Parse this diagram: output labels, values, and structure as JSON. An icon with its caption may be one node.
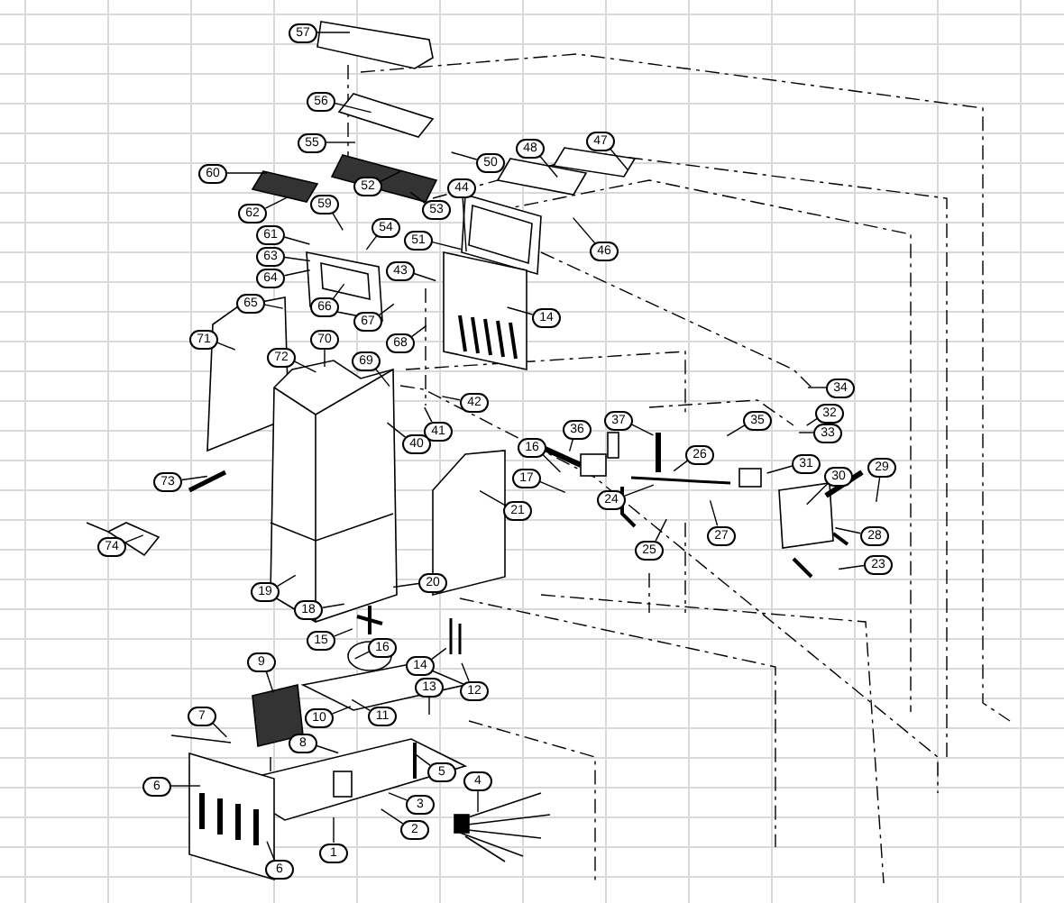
{
  "diagram": {
    "nodes": [
      {
        "text": [
          "57"
        ]
      },
      {
        "text": [
          "56"
        ]
      },
      {
        "text": [
          "55"
        ]
      },
      {
        "text": [
          "60"
        ]
      },
      {
        "text": [
          "48"
        ]
      },
      {
        "text": [
          "47"
        ]
      },
      {
        "text": [
          "50"
        ]
      },
      {
        "text": [
          "52"
        ]
      },
      {
        "text": [
          "59"
        ]
      },
      {
        "text": [
          "53"
        ]
      },
      {
        "text": [
          "44"
        ]
      },
      {
        "text": [
          "62"
        ]
      },
      {
        "text": [
          "61"
        ]
      },
      {
        "text": [
          "51"
        ]
      },
      {
        "text": [
          "54"
        ]
      },
      {
        "text": [
          "46"
        ]
      },
      {
        "text": [
          "63"
        ]
      },
      {
        "text": [
          "64"
        ]
      },
      {
        "text": [
          "43"
        ]
      },
      {
        "text": [
          "65"
        ]
      },
      {
        "text": [
          "66"
        ]
      },
      {
        "text": [
          "14"
        ]
      },
      {
        "text": [
          "67"
        ]
      },
      {
        "text": [
          "68"
        ]
      },
      {
        "text": [
          "70"
        ]
      },
      {
        "text": [
          "71"
        ]
      },
      {
        "text": [
          "72"
        ]
      },
      {
        "text": [
          "69"
        ]
      },
      {
        "text": [
          "34"
        ]
      },
      {
        "text": [
          "32"
        ]
      },
      {
        "text": [
          "42"
        ]
      },
      {
        "text": [
          "35"
        ]
      },
      {
        "text": [
          "37"
        ]
      },
      {
        "text": [
          "41"
        ]
      },
      {
        "text": [
          "33"
        ]
      },
      {
        "text": [
          "16"
        ]
      },
      {
        "text": [
          "36"
        ]
      },
      {
        "text": [
          "40"
        ]
      },
      {
        "text": [
          "26"
        ]
      },
      {
        "text": [
          "31"
        ]
      },
      {
        "text": [
          "30"
        ]
      },
      {
        "text": [
          "29"
        ]
      },
      {
        "text": [
          "17"
        ]
      },
      {
        "text": [
          "73"
        ]
      },
      {
        "text": [
          "24"
        ]
      },
      {
        "text": [
          "21"
        ]
      },
      {
        "text": [
          "28"
        ]
      },
      {
        "text": [
          "27"
        ]
      },
      {
        "text": [
          "74"
        ]
      },
      {
        "text": [
          "25"
        ]
      },
      {
        "text": [
          "23"
        ]
      },
      {
        "text": [
          "20"
        ]
      },
      {
        "text": [
          "19"
        ]
      },
      {
        "text": [
          "18"
        ]
      },
      {
        "text": [
          "15"
        ]
      },
      {
        "text": [
          "16"
        ]
      },
      {
        "text": [
          "9"
        ]
      },
      {
        "text": [
          "14"
        ]
      },
      {
        "text": [
          "13"
        ]
      },
      {
        "text": [
          "12"
        ]
      },
      {
        "text": [
          "7"
        ]
      },
      {
        "text": [
          "10"
        ]
      },
      {
        "text": [
          "11"
        ]
      },
      {
        "text": [
          "8"
        ]
      },
      {
        "text": [
          "6"
        ]
      },
      {
        "text": [
          "5"
        ]
      },
      {
        "text": [
          "4"
        ]
      },
      {
        "text": [
          "3"
        ]
      },
      {
        "text": [
          "2"
        ]
      },
      {
        "text": [
          "1"
        ]
      },
      {
        "text": [
          "6"
        ]
      }
    ],
    "edges": [
      {
        "from": 0,
        "to": null,
        "arrow": "none"
      },
      {
        "from": 1,
        "to": null,
        "arrow": "none"
      },
      {
        "from": 2,
        "to": null,
        "arrow": "none"
      },
      {
        "from": 3,
        "to": null,
        "arrow": "none"
      },
      {
        "from": 4,
        "to": null,
        "arrow": "none"
      },
      {
        "from": 5,
        "to": null,
        "arrow": "none"
      },
      {
        "from": 6,
        "to": null,
        "arrow": "none"
      },
      {
        "from": 7,
        "to": null,
        "arrow": "none"
      },
      {
        "from": 8,
        "to": null,
        "arrow": "none"
      },
      {
        "from": 9,
        "to": null,
        "arrow": "none"
      },
      {
        "from": 10,
        "to": null,
        "arrow": "none"
      },
      {
        "from": 11,
        "to": null,
        "arrow": "none"
      },
      {
        "from": 12,
        "to": null,
        "arrow": "none"
      },
      {
        "from": 13,
        "to": null,
        "arrow": "none"
      },
      {
        "from": 14,
        "to": null,
        "arrow": "none"
      },
      {
        "from": 15,
        "to": null,
        "arrow": "none"
      },
      {
        "from": 16,
        "to": null,
        "arrow": "none"
      },
      {
        "from": 17,
        "to": null,
        "arrow": "none"
      },
      {
        "from": 18,
        "to": null,
        "arrow": "none"
      },
      {
        "from": 19,
        "to": null,
        "arrow": "none"
      },
      {
        "from": 20,
        "to": null,
        "arrow": "none"
      },
      {
        "from": 21,
        "to": null,
        "arrow": "none"
      },
      {
        "from": 22,
        "to": null,
        "arrow": "none"
      },
      {
        "from": 23,
        "to": null,
        "arrow": "none"
      },
      {
        "from": 24,
        "to": null,
        "arrow": "none"
      },
      {
        "from": 25,
        "to": null,
        "arrow": "none"
      },
      {
        "from": 26,
        "to": null,
        "arrow": "none"
      },
      {
        "from": 27,
        "to": null,
        "arrow": "none"
      },
      {
        "from": 28,
        "to": null,
        "arrow": "none"
      },
      {
        "from": 29,
        "to": null,
        "arrow": "none"
      },
      {
        "from": 30,
        "to": null,
        "arrow": "none"
      },
      {
        "from": 31,
        "to": null,
        "arrow": "none"
      },
      {
        "from": 32,
        "to": null,
        "arrow": "none"
      },
      {
        "from": 33,
        "to": null,
        "arrow": "none"
      },
      {
        "from": 34,
        "to": null,
        "arrow": "none"
      },
      {
        "from": 35,
        "to": null,
        "arrow": "none"
      },
      {
        "from": 36,
        "to": null,
        "arrow": "none"
      },
      {
        "from": 37,
        "to": null,
        "arrow": "none"
      },
      {
        "from": 38,
        "to": null,
        "arrow": "none"
      },
      {
        "from": 39,
        "to": null,
        "arrow": "none"
      },
      {
        "from": 40,
        "to": null,
        "arrow": "none"
      },
      {
        "from": 41,
        "to": null,
        "arrow": "none"
      },
      {
        "from": 42,
        "to": null,
        "arrow": "none"
      },
      {
        "from": 43,
        "to": null,
        "arrow": "none"
      },
      {
        "from": 44,
        "to": null,
        "arrow": "none"
      },
      {
        "from": 45,
        "to": null,
        "arrow": "none"
      },
      {
        "from": 46,
        "to": null,
        "arrow": "none"
      },
      {
        "from": 47,
        "to": null,
        "arrow": "none"
      },
      {
        "from": 48,
        "to": null,
        "arrow": "none"
      },
      {
        "from": 49,
        "to": null,
        "arrow": "none"
      },
      {
        "from": 50,
        "to": null,
        "arrow": "none"
      },
      {
        "from": 51,
        "to": null,
        "arrow": "none"
      },
      {
        "from": 52,
        "to": null,
        "arrow": "none"
      },
      {
        "from": 53,
        "to": null,
        "arrow": "none"
      },
      {
        "from": 54,
        "to": null,
        "arrow": "none"
      },
      {
        "from": 55,
        "to": null,
        "arrow": "none"
      },
      {
        "from": 56,
        "to": null,
        "arrow": "none"
      },
      {
        "from": 57,
        "to": null,
        "arrow": "none"
      },
      {
        "from": 58,
        "to": null,
        "arrow": "none"
      },
      {
        "from": 59,
        "to": null,
        "arrow": "none"
      },
      {
        "from": 60,
        "to": null,
        "arrow": "none"
      },
      {
        "from": 61,
        "to": null,
        "arrow": "none"
      },
      {
        "from": 62,
        "to": null,
        "arrow": "none"
      },
      {
        "from": 63,
        "to": null,
        "arrow": "none"
      },
      {
        "from": 64,
        "to": null,
        "arrow": "none"
      },
      {
        "from": 65,
        "to": null,
        "arrow": "none"
      },
      {
        "from": 66,
        "to": null,
        "arrow": "none"
      },
      {
        "from": 67,
        "to": null,
        "arrow": "none"
      },
      {
        "from": 68,
        "to": null,
        "arrow": "none"
      },
      {
        "from": 69,
        "to": null,
        "arrow": "none"
      },
      {
        "from": 70,
        "to": null,
        "arrow": "none"
      }
    ]
  }
}
